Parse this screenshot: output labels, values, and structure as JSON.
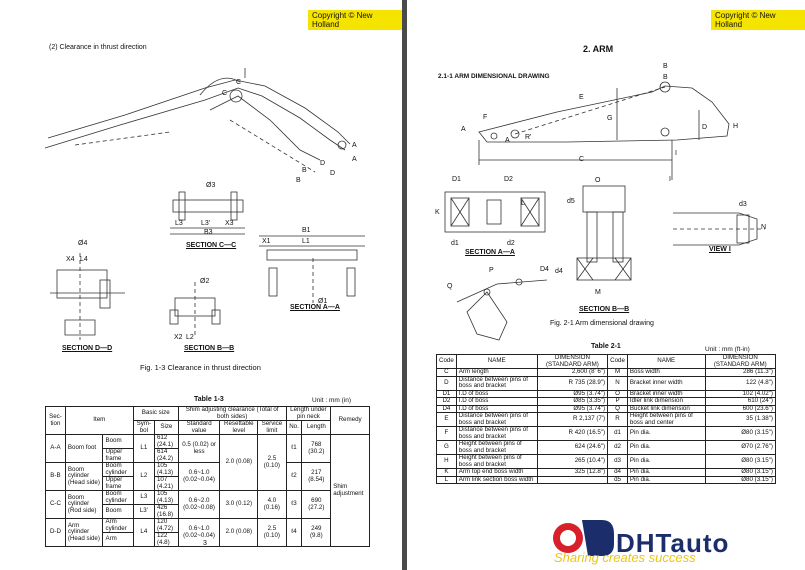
{
  "copyright": "Copyright © New Holland",
  "left": {
    "heading": "(2) Clearance in thrust direction",
    "callouts": [
      "C",
      "C",
      "A",
      "A",
      "D",
      "D",
      "B",
      "B"
    ],
    "section_cc": {
      "title": "SECTION C—C",
      "labels": [
        "L3",
        "L3'",
        "X3",
        "B3",
        "Ø3"
      ]
    },
    "section_dd": {
      "title": "SECTION D—D",
      "labels": [
        "Ø4",
        "X4",
        "L4"
      ]
    },
    "section_bb": {
      "title": "SECTION B—B",
      "labels": [
        "Ø2",
        "X2",
        "L2"
      ]
    },
    "section_aa": {
      "title": "SECTION A—A",
      "labels": [
        "B1",
        "X1",
        "L1",
        "Ø1"
      ]
    },
    "figure_caption": "Fig. 1-3 Clearance in thrust direction",
    "table_title": "Table 1-3",
    "unit": "Unit : mm (in)",
    "headers": {
      "section": "Sec-tion",
      "item": "Item",
      "basic_size": "Basic size",
      "symbol": "Sym-bol",
      "size": "Size",
      "shim": "Shim adjusting clearance (Total of both sides)",
      "standard": "Standard value",
      "resettable": "Resettable level",
      "service": "Service limit",
      "length": "Length under pin neck",
      "no": "No.",
      "len": "Length",
      "remedy": "Remedy"
    },
    "rows": [
      {
        "sec": "A-A",
        "item": "Boom foot",
        "part": "Boom",
        "sym": "L1",
        "size": "612 (24.1)",
        "std": "0.5 (0.02) or less",
        "reset": "2.0 (0.08)",
        "serv": "2.5 (0.10)",
        "no": "ℓ1",
        "len": "768 (30.2)"
      },
      {
        "sec": "",
        "item": "",
        "part": "Upper frame",
        "sym": "",
        "size": "614 (24.2)",
        "std": "",
        "reset": "",
        "serv": "",
        "no": "",
        "len": ""
      },
      {
        "sec": "B-B",
        "item": "Boom cylinder (Head side)",
        "part": "Boom cylinder",
        "sym": "L2",
        "size": "105 (4.13)",
        "std": "0.6~1.0 (0.02~0.04)",
        "reset": "",
        "serv": "",
        "no": "ℓ2",
        "len": "217 (8.54)"
      },
      {
        "sec": "",
        "item": "",
        "part": "Upper frame",
        "sym": "",
        "size": "107 (4.21)",
        "std": "",
        "reset": "",
        "serv": "",
        "no": "",
        "len": ""
      },
      {
        "sec": "C-C",
        "item": "Boom cylinder (Rod side)",
        "part": "Boom cylinder",
        "sym": "L3",
        "size": "105 (4.13)",
        "std": "0.6~2.0 (0.02~0.08)",
        "reset": "3.0 (0.12)",
        "serv": "4.0 (0.16)",
        "no": "ℓ3",
        "len": "690 (27.2)"
      },
      {
        "sec": "",
        "item": "",
        "part": "Boom",
        "sym": "L3'",
        "size": "426 (16.8)",
        "std": "",
        "reset": "",
        "serv": "",
        "no": "",
        "len": ""
      },
      {
        "sec": "D-D",
        "item": "Arm cylinder (Head side)",
        "part": "Arm cylinder",
        "sym": "L4",
        "size": "120 (4.72)",
        "std": "0.6~1.0 (0.02~0.04)",
        "reset": "2.0 (0.08)",
        "serv": "2.5 (0.10)",
        "no": "ℓ4",
        "len": "249 (9.8)"
      },
      {
        "sec": "",
        "item": "",
        "part": "Arm",
        "sym": "",
        "size": "122 (4.8)",
        "std": "",
        "reset": "",
        "serv": "",
        "no": "",
        "len": ""
      }
    ],
    "remedy": "Shim adjustment",
    "page_number": "3"
  },
  "right": {
    "heading": "2. ARM",
    "subheading": "2.1-1  ARM DIMENSIONAL DRAWING",
    "callouts": [
      "B",
      "B",
      "E",
      "A",
      "A",
      "F",
      "R'",
      "G",
      "D",
      "H",
      "C",
      "I",
      "I",
      "D1",
      "D2",
      "K",
      "L",
      "d1",
      "d2",
      "O",
      "d5",
      "d3",
      "N",
      "M",
      "D4",
      "d4",
      "P",
      "Q"
    ],
    "section_aa": "SECTION A—A",
    "section_bb": "SECTION B—B",
    "view_i": "VIEW I",
    "figure_caption": "Fig. 2-1 Arm dimensional drawing",
    "table_title": "Table 2-1",
    "unit": "Unit : mm (ft-in)",
    "headers": {
      "code": "Code",
      "name": "NAME",
      "dimension": "DIMENSION (STANDARD ARM)"
    },
    "rows": [
      {
        "c1": "C",
        "n1": "Arm length",
        "d1": "2,600 (8' 6\")",
        "c2": "M",
        "n2": "Boss width",
        "d2": "286 (11.3\")"
      },
      {
        "c1": "D",
        "n1": "Distance between pins of boss and bracket",
        "d1": "R 735 (28.9\")",
        "c2": "N",
        "n2": "Bracket inner width",
        "d2": "122 (4.8\")"
      },
      {
        "c1": "D1",
        "n1": "I.D of boss",
        "d1": "Ø95 (3.74\")",
        "c2": "O",
        "n2": "Bracket inner width",
        "d2": "102 (4.02\")"
      },
      {
        "c1": "D2",
        "n1": "I.D of boss",
        "d1": "Ø85 (3.35\")",
        "c2": "P",
        "n2": "Idler link dimension",
        "d2": "610 (24\")"
      },
      {
        "c1": "D4",
        "n1": "I.D of boss",
        "d1": "Ø95 (3.74\")",
        "c2": "Q",
        "n2": "Bucket link dimension",
        "d2": "600 (23.6\")"
      },
      {
        "c1": "E",
        "n1": "Distance between pins of boss and bracket",
        "d1": "R 2,137 (7')",
        "c2": "R",
        "n2": "Height between pins of boss and center",
        "d2": "35 (1.38\")"
      },
      {
        "c1": "F",
        "n1": "Distance between pins of boss and bracket",
        "d1": "R 420 (16.5\")",
        "c2": "d1",
        "n2": "Pin dia.",
        "d2": "Ø80 (3.15\")"
      },
      {
        "c1": "G",
        "n1": "Height between pins of boss and bracket",
        "d1": "624 (24.6\")",
        "c2": "d2",
        "n2": "Pin dia.",
        "d2": "Ø70 (2.76\")"
      },
      {
        "c1": "H",
        "n1": "Height between pins of boss and bracket",
        "d1": "265 (10.4\")",
        "c2": "d3",
        "n2": "Pin dia.",
        "d2": "Ø80 (3.15\")"
      },
      {
        "c1": "K",
        "n1": "Arm top end boss width",
        "d1": "325 (12.8\")",
        "c2": "d4",
        "n2": "Pin dia.",
        "d2": "Ø80 (3.15\")"
      },
      {
        "c1": "L",
        "n1": "Arm link section boss width",
        "d1": "",
        "c2": "d5",
        "n2": "Pin dia.",
        "d2": "Ø80 (3.15\")"
      }
    ]
  },
  "watermark": {
    "brand": "DHTauto",
    "slogan": "Sharing creates success"
  },
  "colors": {
    "copyright_bg": "#f5e400",
    "logo_red": "#d8202a",
    "logo_navy": "#1b2d6b",
    "watermark": "#e8c000"
  }
}
